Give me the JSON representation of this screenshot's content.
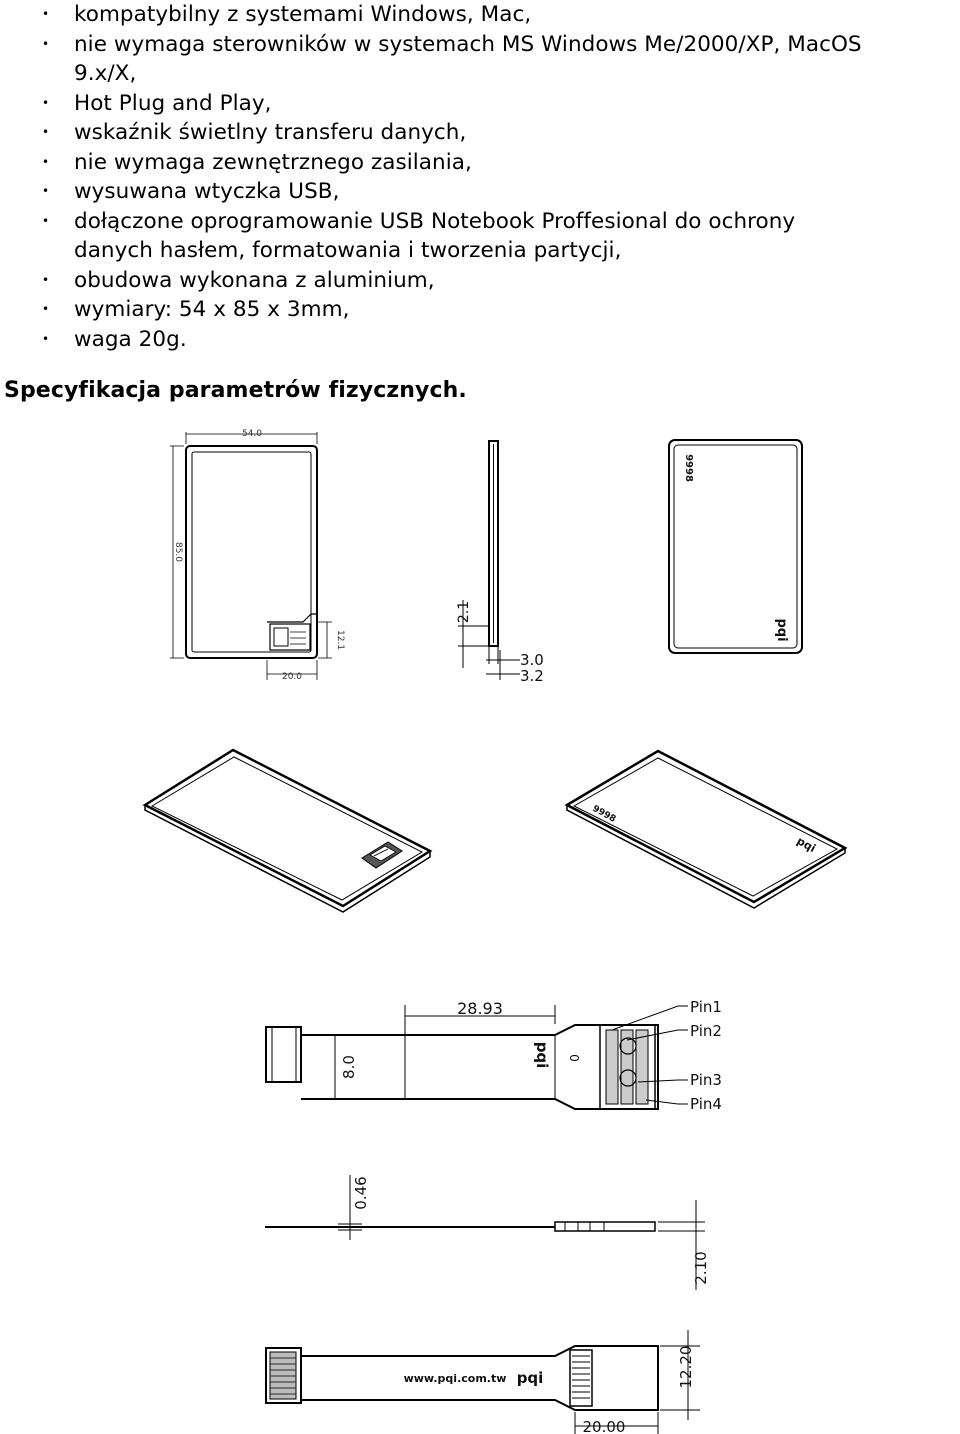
{
  "features": [
    {
      "text": "kompatybilny z systemami Windows, Mac,",
      "cont": ""
    },
    {
      "text": "nie wymaga sterowników w systemach MS Windows Me/2000/XP, MacOS",
      "cont": "9.x/X,"
    },
    {
      "text": "Hot Plug and Play,",
      "cont": ""
    },
    {
      "text": "wskaźnik świetlny transferu danych,",
      "cont": ""
    },
    {
      "text": "nie wymaga zewnętrznego zasilania,",
      "cont": ""
    },
    {
      "text": "wysuwana wtyczka USB,",
      "cont": ""
    },
    {
      "text": "dołączone oprogramowanie USB Notebook Proffesional do ochrony",
      "cont": "danych hasłem, formatowania i tworzenia partycji,"
    },
    {
      "text": "obudowa wykonana z aluminium,",
      "cont": ""
    },
    {
      "text": "wymiary: 54 x 85 x 3mm,",
      "cont": ""
    },
    {
      "text": "waga 20g.",
      "cont": ""
    }
  ],
  "bullet": "•",
  "section_title": "Specyfikacja parametrów fizycznych.",
  "drawing": {
    "card_width": "54.0",
    "card_height": "85.0",
    "plug_height": "12.1",
    "plug_offset": "20.0",
    "side_offset": "2.1",
    "thickness_a": "3.0",
    "thickness_b": "3.2",
    "back_model": "9998",
    "brand": "pqi",
    "cable_length": "28.93",
    "cable_width": "8.0",
    "pins": [
      "Pin1",
      "Pin2",
      "Pin3",
      "Pin4"
    ],
    "pin_mark": "0",
    "cable_thickness": "0.46",
    "plug_thickness": "2.10",
    "url": "www.pqi.com.tw",
    "plug_width": "12.20",
    "plug_length": "20.00"
  }
}
